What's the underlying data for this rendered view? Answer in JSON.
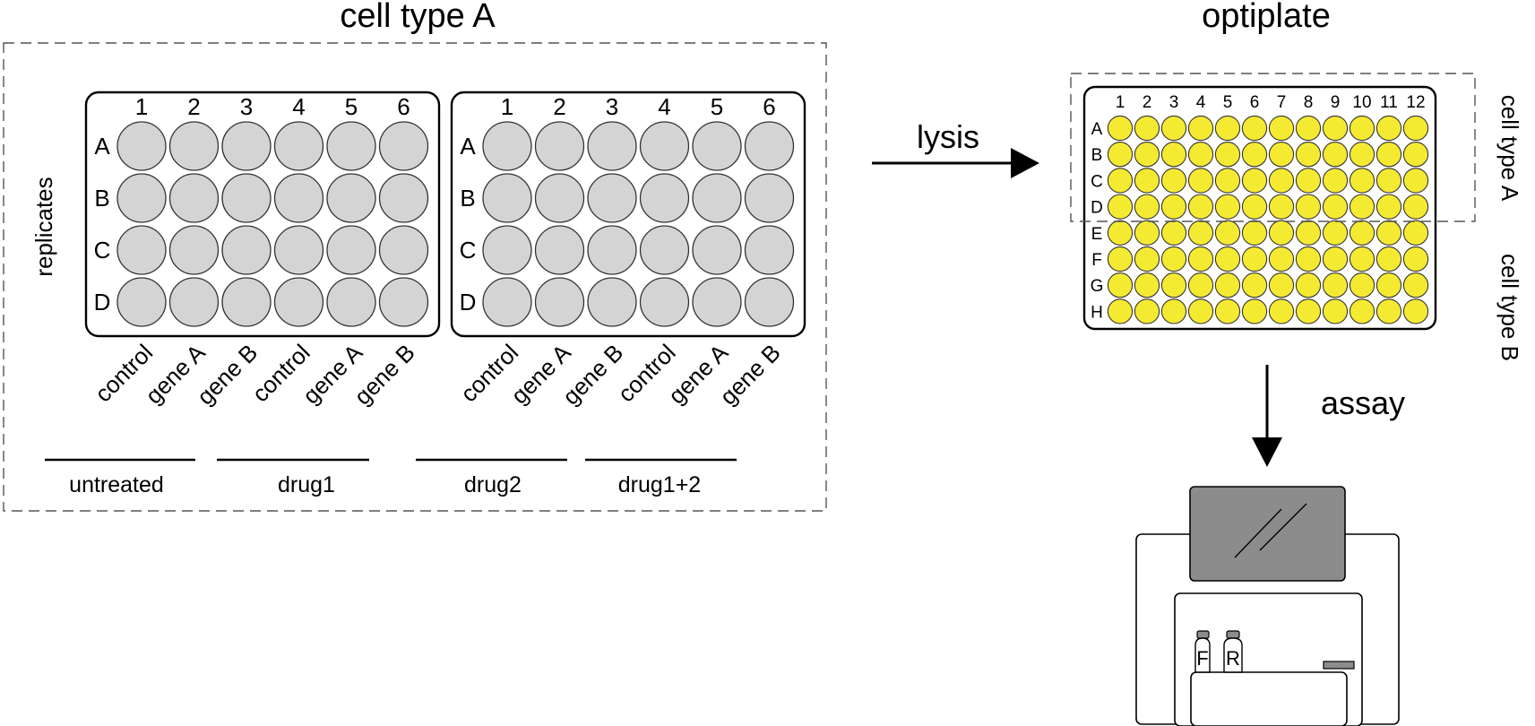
{
  "title_left": "cell type A",
  "title_right": "optiplate",
  "replicates_label": "replicates",
  "plate_columns": [
    "1",
    "2",
    "3",
    "4",
    "5",
    "6"
  ],
  "plate_rows": [
    "A",
    "B",
    "C",
    "D"
  ],
  "well_labels": [
    "control",
    "gene A",
    "gene B",
    "control",
    "gene A",
    "gene B",
    "control",
    "gene A",
    "gene B",
    "control",
    "gene A",
    "gene B"
  ],
  "treatments": [
    "untreated",
    "drug1",
    "drug2",
    "drug1+2"
  ],
  "lysis_label": "lysis",
  "assay_label": "assay",
  "optiplate_columns": [
    "1",
    "2",
    "3",
    "4",
    "5",
    "6",
    "7",
    "8",
    "9",
    "10",
    "11",
    "12"
  ],
  "optiplate_rows": [
    "A",
    "B",
    "C",
    "D",
    "E",
    "F",
    "G",
    "H"
  ],
  "cell_type_a": "cell type A",
  "cell_type_b": "cell type B",
  "bottle_f": "F",
  "bottle_r": "R",
  "colors": {
    "well_fill": "#d4d4d4",
    "optiplate_well_fill": "#f5ea32",
    "reader_lid": "#8c8c8c"
  }
}
